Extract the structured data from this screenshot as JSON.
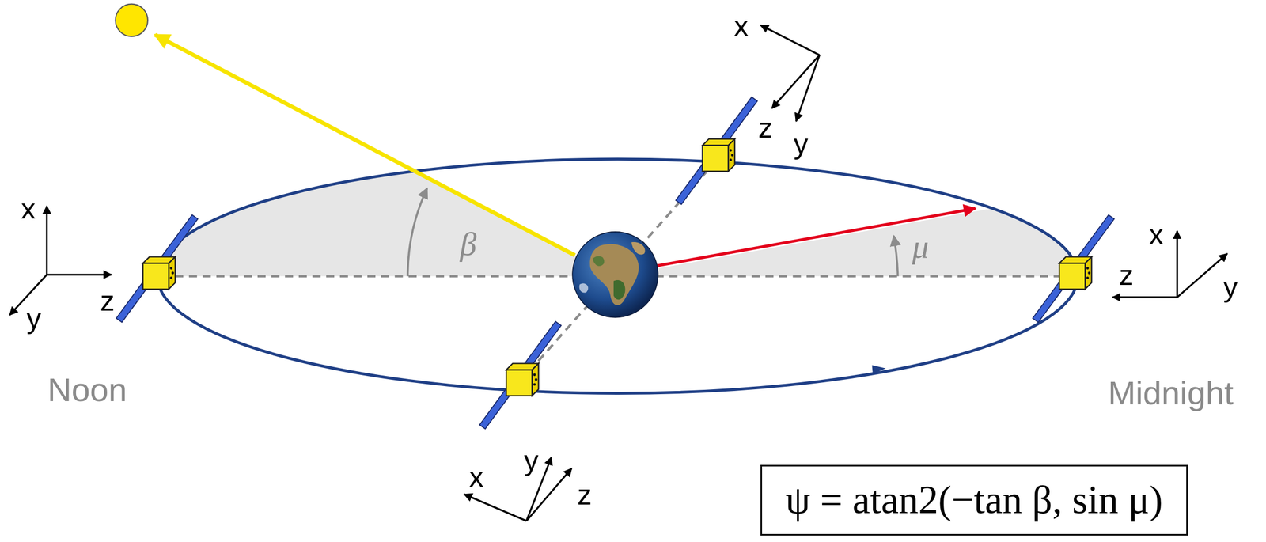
{
  "diagram": {
    "nodes": [
      {
        "text": [
          "ψ = atan2(−tan β, sin μ)"
        ]
      }
    ],
    "labels": [
      "x",
      "z",
      "y",
      "x",
      "z",
      "y",
      "x",
      "z",
      "y",
      "x",
      "y",
      "z",
      "β",
      "μ",
      "Noon",
      "Midnight"
    ]
  }
}
